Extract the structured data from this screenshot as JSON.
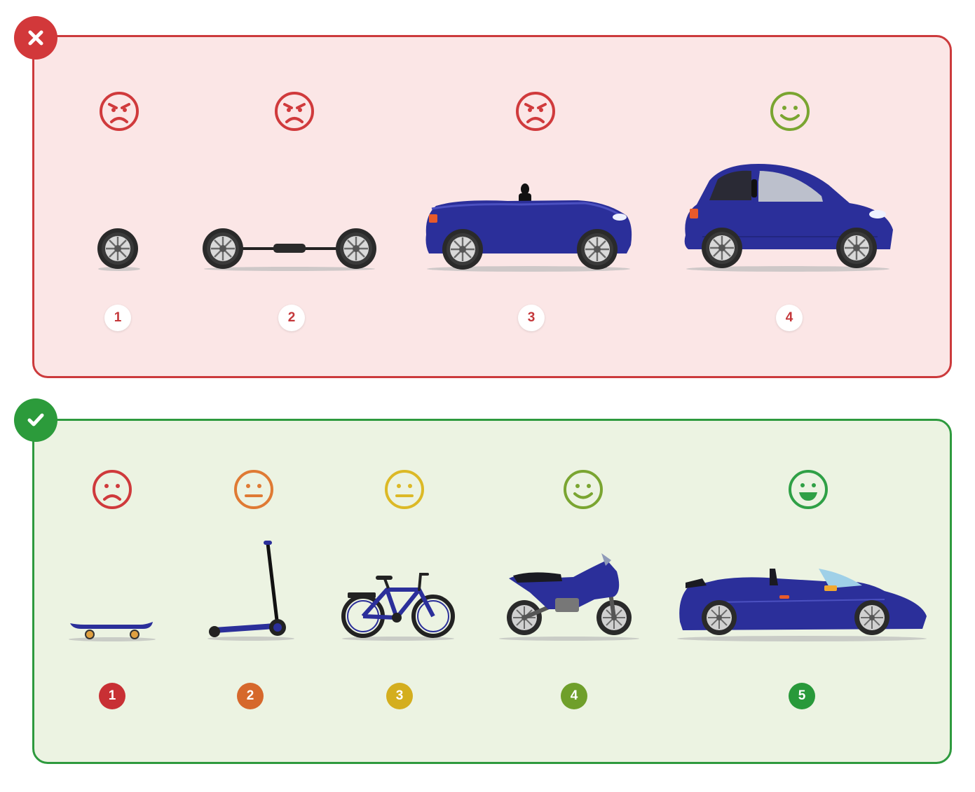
{
  "colors": {
    "bad_border": "#cc3a3c",
    "bad_fill": "#fbe6e6",
    "good_border": "#2e9a3e",
    "good_fill": "#ecf3e2",
    "vehicle_blue": "#2b2f9a"
  },
  "wrong_panel": {
    "status_icon": "cross-icon",
    "steps": [
      {
        "label": "1",
        "mood": "angry",
        "face_color": "#d03a3c",
        "vehicle": "wheel-icon"
      },
      {
        "label": "2",
        "mood": "angry",
        "face_color": "#d03a3c",
        "vehicle": "axle-icon"
      },
      {
        "label": "3",
        "mood": "angry",
        "face_color": "#d03a3c",
        "vehicle": "convertible-car-icon"
      },
      {
        "label": "4",
        "mood": "happy",
        "face_color": "#7aa531",
        "vehicle": "hatchback-car-icon"
      }
    ]
  },
  "right_panel": {
    "status_icon": "checkmark-icon",
    "steps": [
      {
        "label": "1",
        "mood": "sad",
        "face_color": "#cf3a3c",
        "badge_color": "#c83034",
        "vehicle": "skateboard-icon"
      },
      {
        "label": "2",
        "mood": "neutral",
        "face_color": "#df7a34",
        "badge_color": "#d6682c",
        "vehicle": "scooter-icon"
      },
      {
        "label": "3",
        "mood": "neutral",
        "face_color": "#dcb926",
        "badge_color": "#d4ae1e",
        "vehicle": "bicycle-icon"
      },
      {
        "label": "4",
        "mood": "happy",
        "face_color": "#7aa531",
        "badge_color": "#6f9f2a",
        "vehicle": "motorcycle-icon"
      },
      {
        "label": "5",
        "mood": "grin",
        "face_color": "#2fa046",
        "badge_color": "#28993a",
        "vehicle": "sports-car-icon"
      }
    ]
  }
}
